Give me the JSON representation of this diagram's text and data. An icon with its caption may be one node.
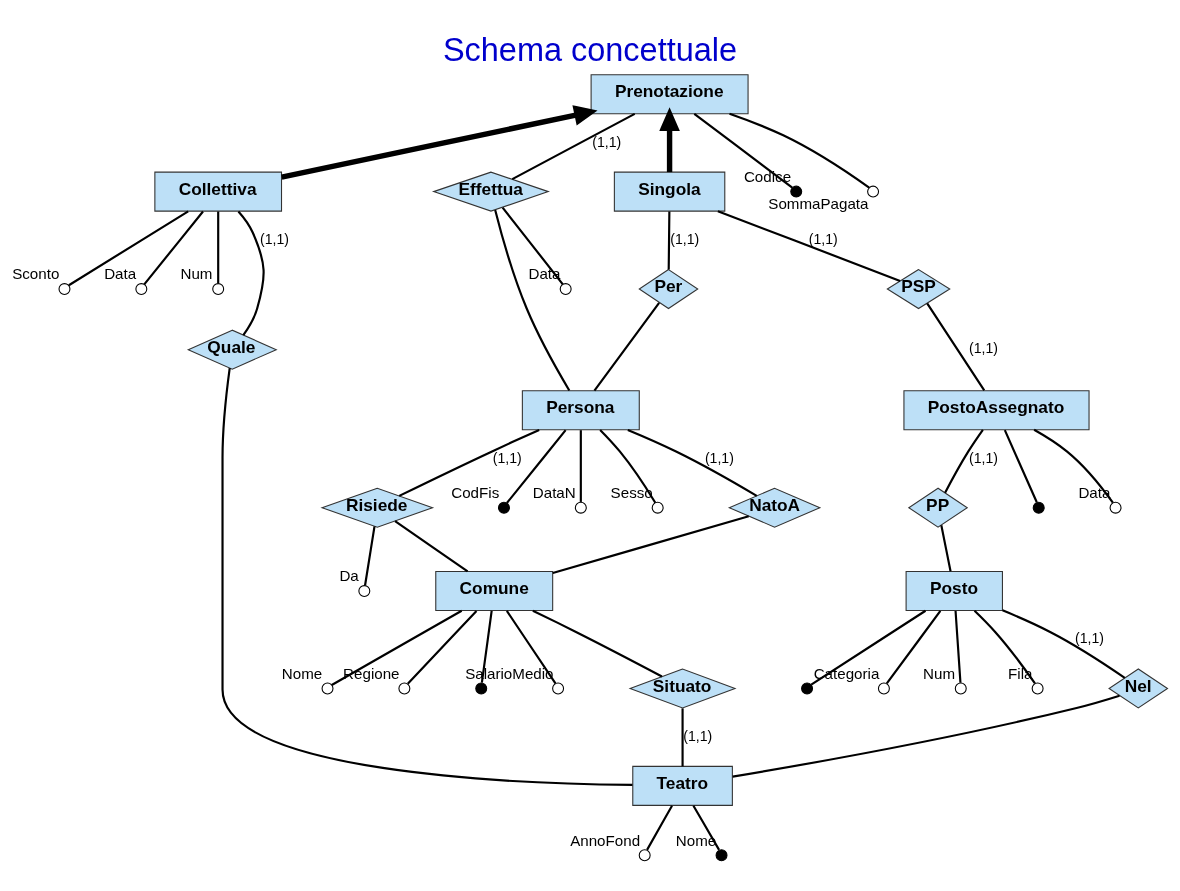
{
  "diagram": {
    "title": "Schema concettuale",
    "nodes": [
      {
        "text": [
          "Prenotazione"
        ]
      },
      {
        "text": [
          "Effettua"
        ]
      },
      {
        "text": [
          "Persona"
        ]
      },
      {
        "text": [
          "Collettiva"
        ]
      },
      {
        "text": [
          "Singola"
        ]
      },
      {
        "text": [
          "Per"
        ]
      },
      {
        "text": [
          "Risiede"
        ]
      },
      {
        "text": [
          "NatoA"
        ]
      },
      {
        "text": [
          "Quale"
        ]
      },
      {
        "text": [
          "PSP"
        ]
      },
      {
        "text": [
          "Comune"
        ]
      },
      {
        "text": [
          "PostoAssegnato"
        ]
      },
      {
        "text": [
          "PP"
        ]
      },
      {
        "text": [
          "Situato"
        ]
      },
      {
        "text": [
          "Posto"
        ]
      },
      {
        "text": [
          "Nel"
        ]
      },
      {
        "text": [
          "Teatro"
        ]
      },
      {
        "text": [],
        "shape": "dot",
        "beside": [
          "Codice"
        ]
      },
      {
        "text": [],
        "shape": "circle",
        "beside": [
          "SommaPagata"
        ]
      },
      {
        "text": [],
        "shape": "dot",
        "beside": [
          "CodFis"
        ]
      },
      {
        "text": [],
        "shape": "circle",
        "beside": [
          "DataN"
        ]
      },
      {
        "text": [],
        "shape": "circle",
        "beside": [
          "Sesso"
        ]
      },
      {
        "text": [],
        "shape": "circle",
        "beside": [
          "Data"
        ]
      },
      {
        "text": [],
        "shape": "circle",
        "beside": [
          "Sconto"
        ]
      },
      {
        "text": [],
        "shape": "circle",
        "beside": [
          "Data"
        ]
      },
      {
        "text": [],
        "shape": "circle",
        "beside": [
          "Num"
        ]
      },
      {
        "text": [],
        "shape": "circle",
        "beside": [
          "Da"
        ]
      },
      {
        "text": [],
        "shape": "circle",
        "beside": [
          "Nome"
        ]
      },
      {
        "text": [],
        "shape": "circle",
        "beside": [
          "Regione"
        ]
      },
      {
        "text": [],
        "shape": "dot"
      },
      {
        "text": [],
        "shape": "circle",
        "beside": [
          "SalarioMedio"
        ]
      },
      {
        "text": [],
        "shape": "dot"
      },
      {
        "text": [],
        "shape": "circle",
        "beside": [
          "Data"
        ]
      },
      {
        "text": [],
        "shape": "dot"
      },
      {
        "text": [],
        "shape": "circle",
        "beside": [
          "Categoria"
        ]
      },
      {
        "text": [],
        "shape": "circle",
        "beside": [
          "Num"
        ]
      },
      {
        "text": [],
        "shape": "circle",
        "beside": [
          "Fila"
        ]
      },
      {
        "text": [],
        "shape": "circle",
        "beside": [
          "AnnoFond"
        ]
      },
      {
        "text": [],
        "shape": "dot",
        "beside": [
          "Nome"
        ]
      }
    ],
    "edges": [
      {
        "from": 0,
        "to": 1,
        "arrow": "none",
        "label": "(1,1)"
      },
      {
        "from": 1,
        "to": 2,
        "arrow": "none"
      },
      {
        "from": 3,
        "to": 0,
        "arrow": "to",
        "style": "thick"
      },
      {
        "from": 4,
        "to": 0,
        "arrow": "to",
        "style": "thick"
      },
      {
        "from": 4,
        "to": 5,
        "arrow": "none",
        "label": "(1,1)"
      },
      {
        "from": 5,
        "to": 2,
        "arrow": "none"
      },
      {
        "from": 2,
        "to": 6,
        "arrow": "none",
        "label": "(1,1)"
      },
      {
        "from": 6,
        "to": 10,
        "arrow": "none"
      },
      {
        "from": 2,
        "to": 7,
        "arrow": "none",
        "label": "(1,1)"
      },
      {
        "from": 7,
        "to": 10,
        "arrow": "none"
      },
      {
        "from": 3,
        "to": 8,
        "arrow": "none",
        "label": "(1,1)"
      },
      {
        "from": 8,
        "to": 16,
        "arrow": "none"
      },
      {
        "from": 4,
        "to": 9,
        "arrow": "none",
        "label": "(1,1)"
      },
      {
        "from": 9,
        "to": 11,
        "arrow": "none",
        "label": "(1,1)"
      },
      {
        "from": 11,
        "to": 12,
        "arrow": "none",
        "label": "(1,1)"
      },
      {
        "from": 12,
        "to": 14,
        "arrow": "none"
      },
      {
        "from": 14,
        "to": 15,
        "arrow": "none",
        "label": "(1,1)"
      },
      {
        "from": 15,
        "to": 16,
        "arrow": "none"
      },
      {
        "from": 10,
        "to": 13,
        "arrow": "none"
      },
      {
        "from": 13,
        "to": 16,
        "arrow": "none",
        "label": "(1,1)"
      },
      {
        "from": 0,
        "to": 17,
        "arrow": "none"
      },
      {
        "from": 0,
        "to": 18,
        "arrow": "none"
      },
      {
        "from": 2,
        "to": 19,
        "arrow": "none"
      },
      {
        "from": 2,
        "to": 20,
        "arrow": "none"
      },
      {
        "from": 2,
        "to": 21,
        "arrow": "none"
      },
      {
        "from": 1,
        "to": 22,
        "arrow": "none"
      },
      {
        "from": 3,
        "to": 23,
        "arrow": "none"
      },
      {
        "from": 3,
        "to": 24,
        "arrow": "none"
      },
      {
        "from": 3,
        "to": 25,
        "arrow": "none"
      },
      {
        "from": 6,
        "to": 26,
        "arrow": "none"
      },
      {
        "from": 10,
        "to": 27,
        "arrow": "none"
      },
      {
        "from": 10,
        "to": 28,
        "arrow": "none"
      },
      {
        "from": 10,
        "to": 29,
        "arrow": "none"
      },
      {
        "from": 10,
        "to": 30,
        "arrow": "none"
      },
      {
        "from": 11,
        "to": 31,
        "arrow": "none"
      },
      {
        "from": 11,
        "to": 32,
        "arrow": "none"
      },
      {
        "from": 14,
        "to": 33,
        "arrow": "none"
      },
      {
        "from": 14,
        "to": 34,
        "arrow": "none"
      },
      {
        "from": 14,
        "to": 35,
        "arrow": "none"
      },
      {
        "from": 14,
        "to": 36,
        "arrow": "none"
      },
      {
        "from": 16,
        "to": 37,
        "arrow": "none"
      },
      {
        "from": 16,
        "to": 38,
        "arrow": "none"
      }
    ]
  }
}
